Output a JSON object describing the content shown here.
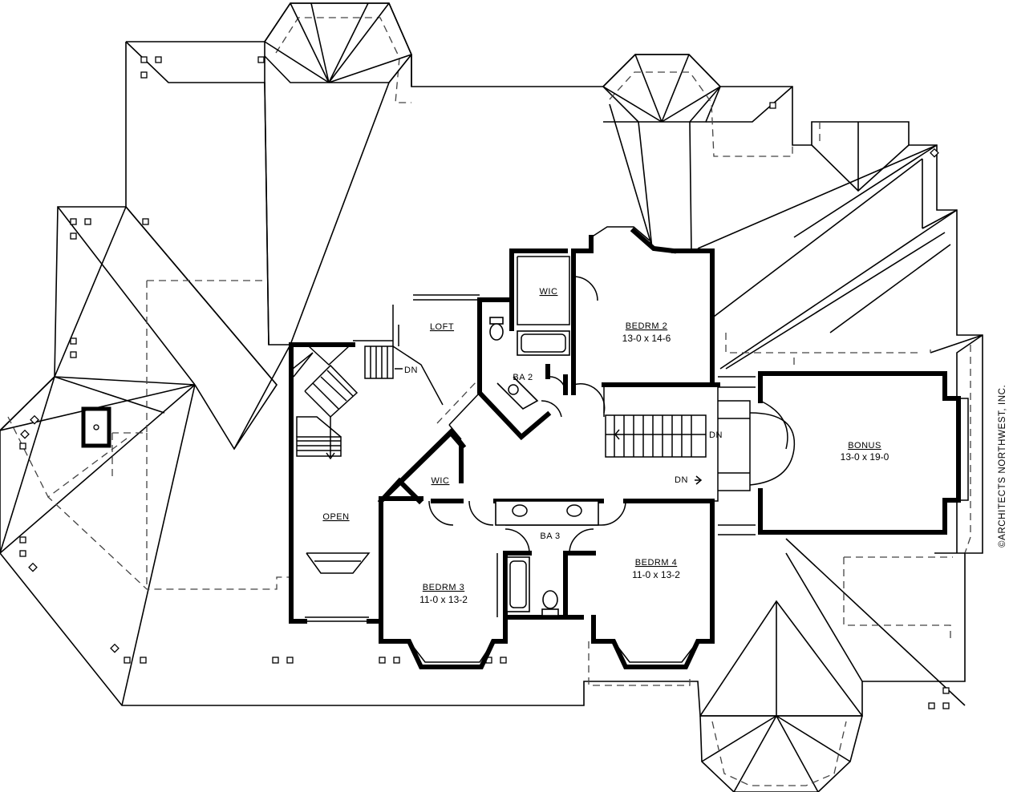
{
  "plan": {
    "rooms": {
      "loft": {
        "name": "LOFT"
      },
      "wic_upper": {
        "name": "WIC"
      },
      "wic_lower": {
        "name": "WIC"
      },
      "bedrm2": {
        "name": "BEDRM 2",
        "size": "13-0 x 14-6"
      },
      "ba2": {
        "name": "BA 2"
      },
      "bonus": {
        "name": "BONUS",
        "size": "13-0 x 19-0"
      },
      "open": {
        "name": "OPEN"
      },
      "bedrm3": {
        "name": "BEDRM 3",
        "size": "11-0 x 13-2"
      },
      "ba3": {
        "name": "BA 3"
      },
      "bedrm4": {
        "name": "BEDRM 4",
        "size": "11-0 x 13-2"
      }
    },
    "stairs": {
      "main_dn": "DN",
      "center_dn": "DN",
      "bonus_dn": "DN"
    },
    "credit": "©ARCHITECTS NORTHWEST, INC."
  }
}
